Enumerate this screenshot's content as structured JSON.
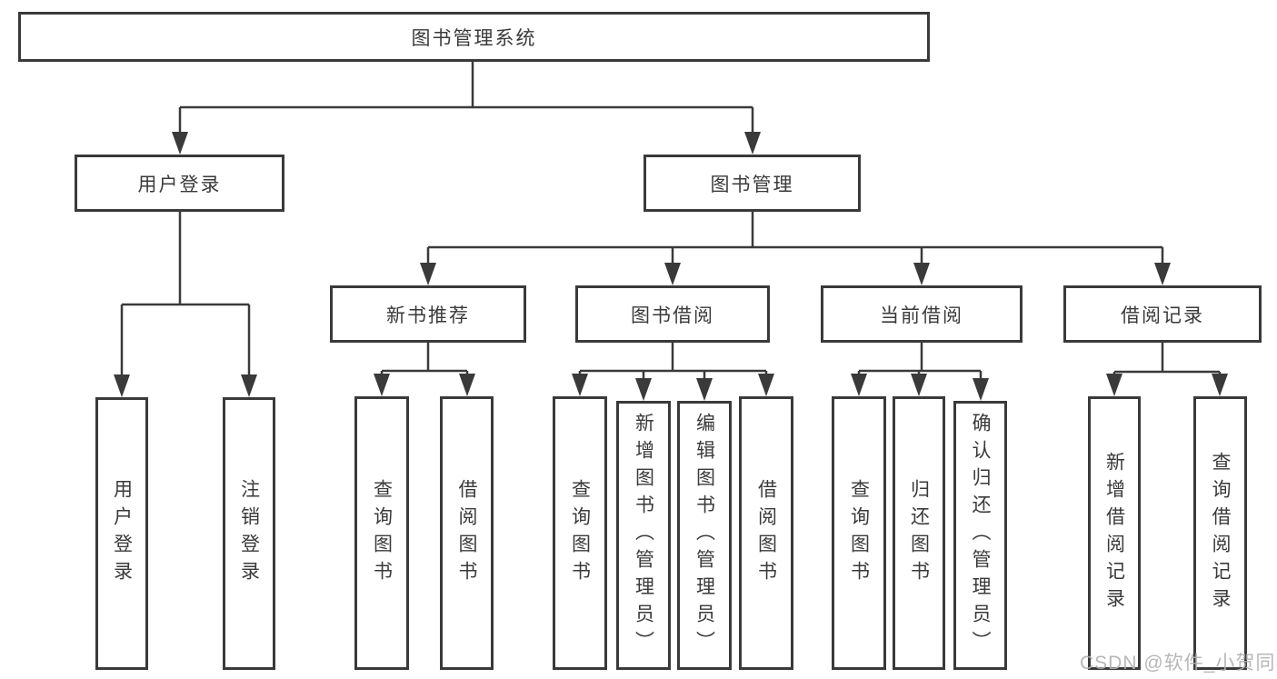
{
  "diagram_title": "图书管理系统",
  "watermark": "CSDN @软件_小贺同学",
  "colors": {
    "line": "#3a3a3a",
    "text": "#3a3a3a",
    "background": "#ffffff",
    "watermark": "#b0b0b0"
  },
  "tree": {
    "label": "图书管理系统",
    "children": [
      {
        "label": "用户登录",
        "children": [
          {
            "label": "用户登录"
          },
          {
            "label": "注销登录"
          }
        ]
      },
      {
        "label": "图书管理",
        "children": [
          {
            "label": "新书推荐",
            "children": [
              {
                "label": "查询图书"
              },
              {
                "label": "借阅图书"
              }
            ]
          },
          {
            "label": "图书借阅",
            "children": [
              {
                "label": "查询图书"
              },
              {
                "label": "新增图书（管理员）"
              },
              {
                "label": "编辑图书（管理员）"
              },
              {
                "label": "借阅图书"
              }
            ]
          },
          {
            "label": "当前借阅",
            "children": [
              {
                "label": "查询图书"
              },
              {
                "label": "归还图书"
              },
              {
                "label": "确认归还（管理员）"
              }
            ]
          },
          {
            "label": "借阅记录",
            "children": [
              {
                "label": "新增借阅记录"
              },
              {
                "label": "查询借阅记录"
              }
            ]
          }
        ]
      }
    ]
  }
}
